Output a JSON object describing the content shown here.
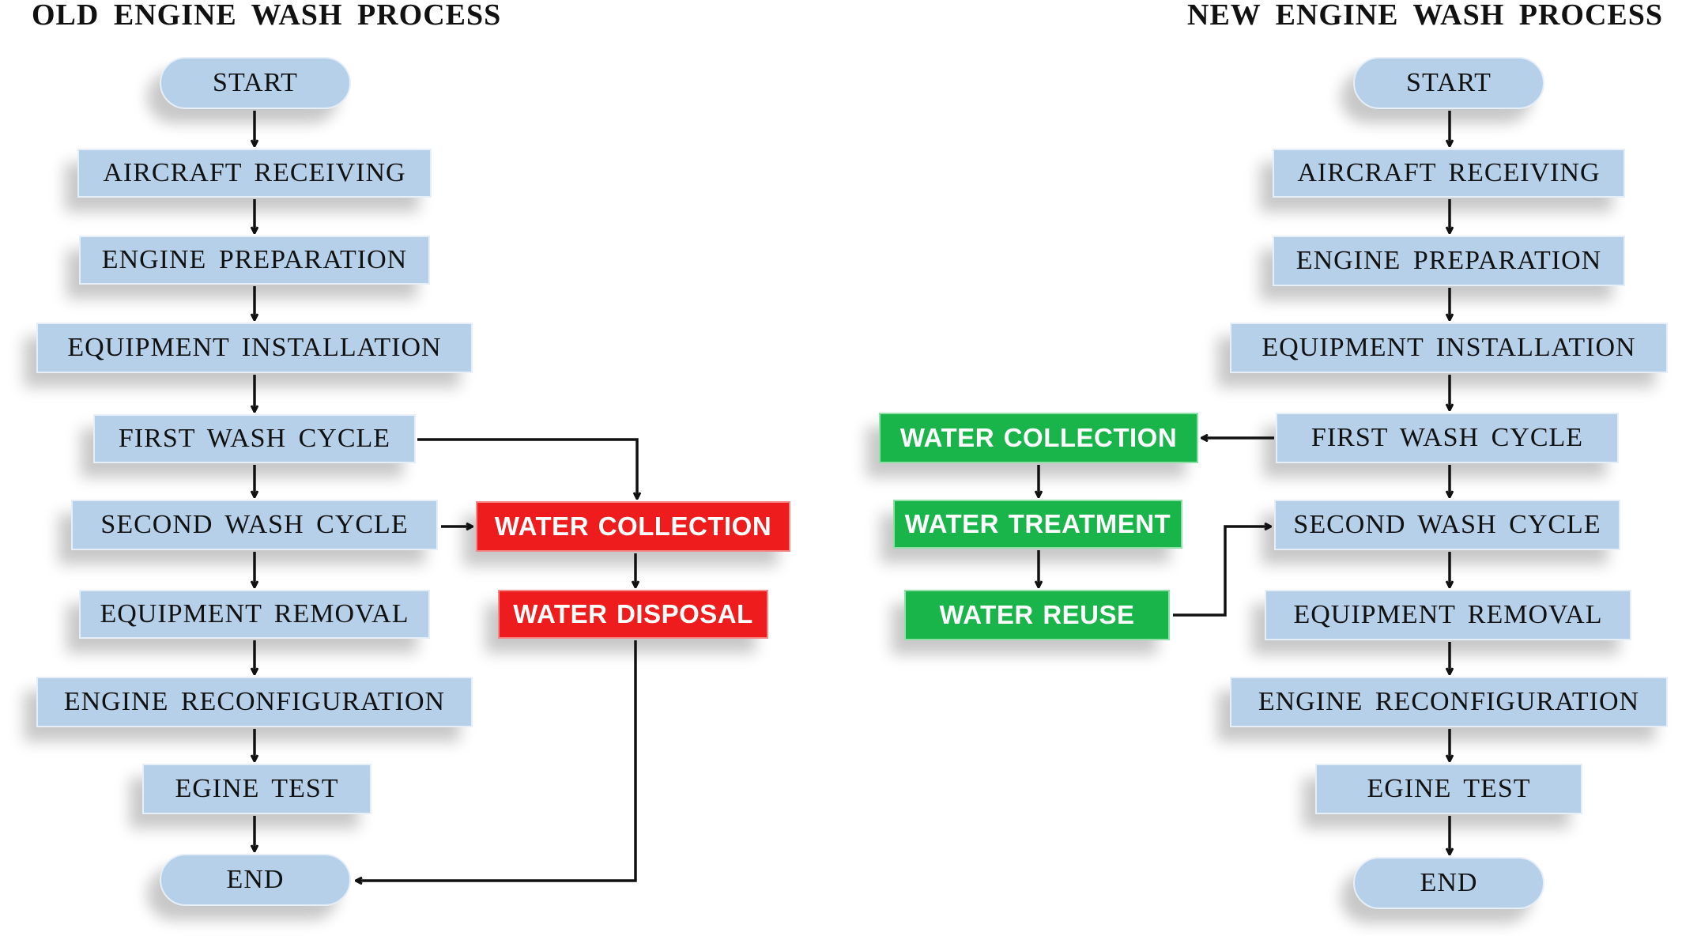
{
  "old_process": {
    "title": "OLD  ENGINE WASH PROCESS",
    "start": "START",
    "aircraft_receiving": "AIRCRAFT RECEIVING",
    "engine_preparation": "ENGINE PREPARATION",
    "equipment_installation": "EQUIPMENT INSTALLATION",
    "first_wash_cycle": "FIRST WASH CYCLE",
    "second_wash_cycle": "SECOND WASH CYCLE",
    "equipment_removal": "EQUIPMENT REMOVAL",
    "engine_reconfiguration": "ENGINE RECONFIGURATION",
    "engine_test": "EGINE TEST",
    "end": "END",
    "water_collection": "WATER COLLECTION",
    "water_disposal": "WATER DISPOSAL"
  },
  "new_process": {
    "title": "NEW  ENGINE WASH PROCESS",
    "start": "START",
    "aircraft_receiving": "AIRCRAFT RECEIVING",
    "engine_preparation": "ENGINE PREPARATION",
    "equipment_installation": "EQUIPMENT INSTALLATION",
    "first_wash_cycle": "FIRST WASH CYCLE",
    "second_wash_cycle": "SECOND WASH CYCLE",
    "equipment_removal": "EQUIPMENT REMOVAL",
    "engine_reconfiguration": "ENGINE RECONFIGURATION",
    "engine_test": "EGINE TEST",
    "end": "END",
    "water_collection": "WATER COLLECTION",
    "water_treatment": "WATER TREATMENT",
    "water_reuse": "WATER REUSE"
  },
  "colors": {
    "process_box": "#b6d0ea",
    "disposal_path": "#ee1c1c",
    "reuse_path": "#19b54a",
    "arrow": "#111111"
  }
}
